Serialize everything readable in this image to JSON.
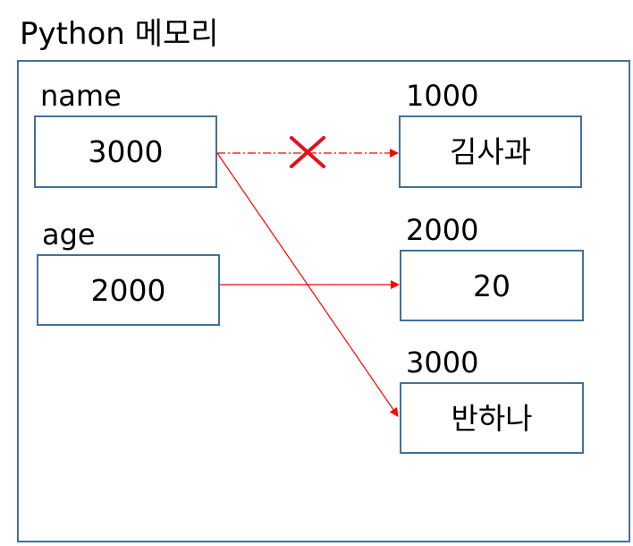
{
  "title": "Python 메모리",
  "variables": [
    {
      "name": "name",
      "value": "3000"
    },
    {
      "name": "age",
      "value": "2000"
    }
  ],
  "objects": [
    {
      "address": "1000",
      "value": "김사과"
    },
    {
      "address": "2000",
      "value": "20"
    },
    {
      "address": "3000",
      "value": "반하나"
    }
  ],
  "references": [
    {
      "from": "name",
      "to": "1000",
      "style": "dash-dot",
      "removed": true
    },
    {
      "from": "age",
      "to": "2000",
      "style": "solid",
      "removed": false
    },
    {
      "from": "name",
      "to": "3000",
      "style": "solid",
      "removed": false
    }
  ],
  "colors": {
    "box_border": "#41719c",
    "arrow": "#ff0000",
    "cross": "#e3101a",
    "text": "#000000"
  }
}
